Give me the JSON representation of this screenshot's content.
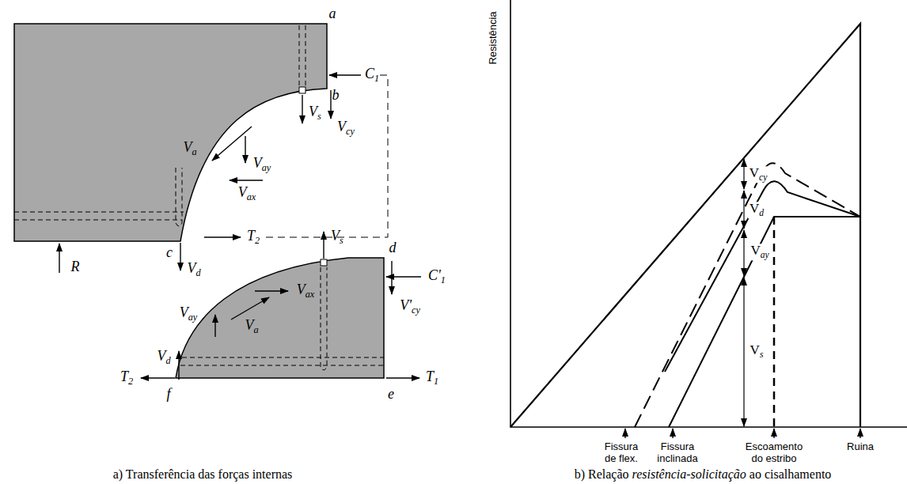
{
  "diagram": {
    "labels": [
      "a",
      "b",
      "C1",
      "Vcy",
      "Vs",
      "Va",
      "Vay",
      "Vax",
      "T2",
      "c",
      "Vd",
      "R",
      "Vs",
      "d",
      "C'1",
      "V'cy",
      "Vax",
      "Vay",
      "Va",
      "Vd",
      "T2",
      "f",
      "e",
      "T1",
      "Resistência",
      "Vcy",
      "Vd",
      "Vay",
      "Vs",
      "Fissura de flex.",
      "Fissura inclinada",
      "Escoamento do estribo",
      "Ruina",
      "a) Transferência das forças internas",
      "b) Relação resistência-solicitação ao cisalhamento"
    ]
  }
}
